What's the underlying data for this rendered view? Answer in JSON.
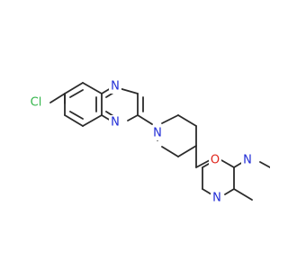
{
  "molecule": {
    "atoms": [
      {
        "id": "cl",
        "symbol": "Cl",
        "color": "#33b54a"
      },
      {
        "id": "n_qx_top",
        "symbol": "N",
        "color": "#1f2bd6"
      },
      {
        "id": "n_qx_bottom",
        "symbol": "N",
        "color": "#1f2bd6"
      },
      {
        "id": "n_pip",
        "symbol": "N",
        "color": "#1f2bd6"
      },
      {
        "id": "o_ether",
        "symbol": "O",
        "color": "#e0251b"
      },
      {
        "id": "n_pz_top",
        "symbol": "N",
        "color": "#1f2bd6"
      },
      {
        "id": "n_pz_bottom",
        "symbol": "N",
        "color": "#1f2bd6"
      }
    ]
  }
}
